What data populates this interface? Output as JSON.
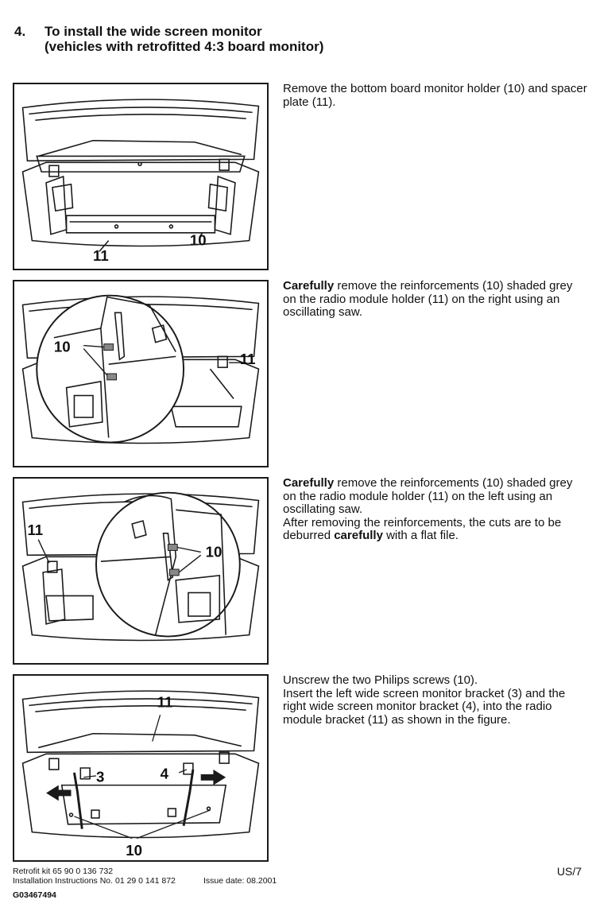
{
  "header": {
    "number": "4.",
    "title_line1": "To install the wide screen monitor",
    "title_line2": "(vehicles with retrofitted 4:3 board monitor)"
  },
  "steps": [
    {
      "text": "Remove the bottom board monitor holder (10) and spacer plate (11).",
      "callouts": [
        "11",
        "10"
      ]
    },
    {
      "lead_bold": "Carefully",
      "text_rest": " remove the reinforcements (10) shaded grey on the radio module holder (11) on the right using an oscillating saw.",
      "callouts": [
        "10",
        "11"
      ]
    },
    {
      "lead_bold": "Carefully",
      "text_rest": " remove the reinforcements (10) shaded grey on the radio module holder (11) on the left using an oscillating saw.",
      "text2_pre": "After removing the reinforcements, the cuts are to be deburred ",
      "text2_bold": "carefully",
      "text2_post": " with a flat file.",
      "callouts": [
        "11",
        "10"
      ]
    },
    {
      "text": "Unscrew the two Philips screws (10).",
      "text2": "Insert the left wide screen monitor bracket (3) and the right wide screen monitor bracket (4), into the radio module bracket (11) as shown in the figure.",
      "callouts": [
        "11",
        "3",
        "4",
        "10"
      ]
    }
  ],
  "footer": {
    "line1": "Retrofit kit 65 90 0 136 732",
    "line2": "Installation Instructions No. 01 29 0 141 872",
    "issue": "Issue date: 08.2001",
    "code": "G03467494",
    "page": "US/7"
  }
}
